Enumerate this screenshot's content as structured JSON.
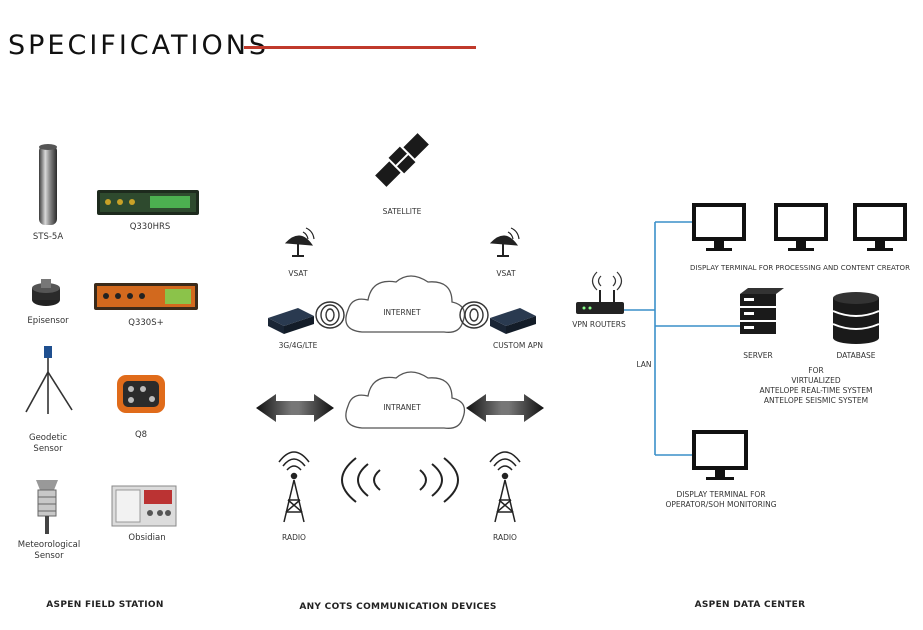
{
  "page": {
    "title": "SPECIFICATIONS",
    "accent_color": "#c0392b",
    "line_color": "#3a8fc9"
  },
  "field_station": {
    "heading": "ASPEN FIELD STATION",
    "devices": [
      {
        "label": "STS-5A",
        "icon": "seismometer-icon"
      },
      {
        "label": "Q330HRS",
        "icon": "digitizer-icon"
      },
      {
        "label": "Episensor",
        "icon": "episensor-icon"
      },
      {
        "label": "Q330S+",
        "icon": "digitizer-icon"
      },
      {
        "label": "Geodetic\nSensor",
        "icon": "tripod-gps-icon"
      },
      {
        "label": "Q8",
        "icon": "rugged-digitizer-icon"
      },
      {
        "label": "Meteorological\nSensor",
        "icon": "weather-station-icon"
      },
      {
        "label": "Obsidian",
        "icon": "obsidian-recorder-icon"
      }
    ]
  },
  "communication": {
    "heading": "ANY COTS COMMUNICATION DEVICES",
    "satellite_label": "SATELLITE",
    "vsat_left_label": "VSAT",
    "vsat_right_label": "VSAT",
    "internet_label": "INTERNET",
    "intranet_label": "INTRANET",
    "modem_left_label": "3G/4G/LTE",
    "modem_right_label": "CUSTOM APN",
    "radio_left_label": "RADIO",
    "radio_right_label": "RADIO"
  },
  "data_center": {
    "heading": "ASPEN DATA CENTER",
    "router_label": "VPN ROUTERS",
    "lan_label": "LAN",
    "display_terminal_label": "DISPLAY TERMINAL FOR PROCESSING AND CONTENT CREATOR",
    "server_label": "SERVER",
    "database_label": "DATABASE",
    "virtualized_note": [
      "FOR",
      "VIRTUALIZED",
      "ANTELOPE REAL-TIME SYSTEM",
      "ANTELOPE SEISMIC SYSTEM"
    ],
    "operator_terminal_label": "DISPLAY TERMINAL FOR\nOPERATOR/SOH MONITORING"
  }
}
